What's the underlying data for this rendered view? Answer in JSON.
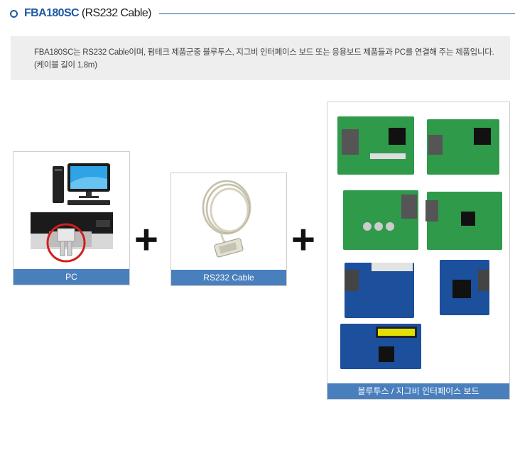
{
  "header": {
    "product_code": "FBA180SC",
    "product_subtitle": "(RS232 Cable)"
  },
  "description": {
    "line1": "FBA180SC는 RS232 Cable이며,  펌테크 제품군중 블루투스, 지그비 인터페이스 보드 또는 응용보드 제품들과 PC를 연결해 주는 제품입니다.",
    "line2": "(케이블 길이 1.8m)"
  },
  "cards": {
    "pc_label": "PC",
    "cable_label": "RS232 Cable",
    "boards_label": "블루투스 / 지그비 인터페이스 보드"
  },
  "operators": {
    "plus1": "+",
    "plus2": "+"
  },
  "colors": {
    "accent": "#1f5aa6",
    "caption_bg": "#4a7fbd",
    "board_green": "#2f9a4a",
    "board_blue": "#1c4f9c"
  }
}
